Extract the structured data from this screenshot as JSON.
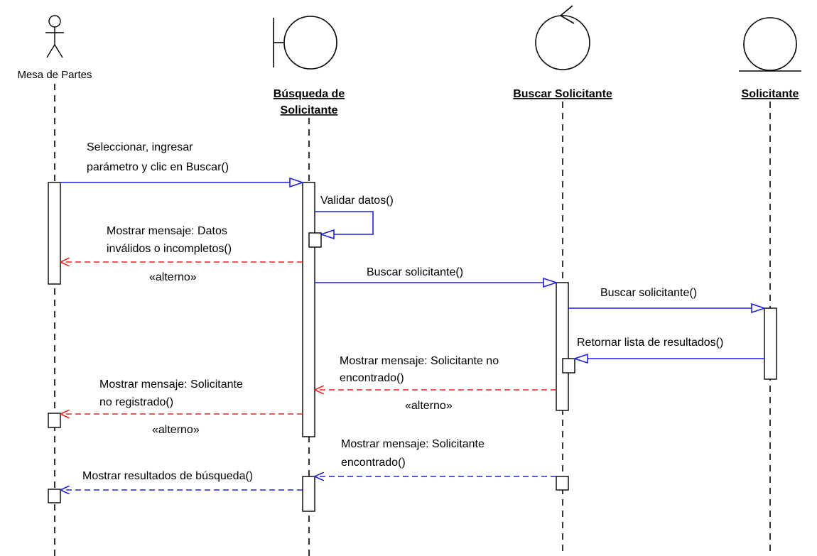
{
  "diagram": {
    "type": "UML sequence diagram",
    "participants": [
      {
        "id": "mesa",
        "kind": "actor",
        "name_lines": [
          "Mesa de Partes"
        ],
        "underlined": false
      },
      {
        "id": "busqueda",
        "kind": "boundary",
        "name_lines": [
          "Búsqueda de",
          "Solicitante"
        ],
        "underlined": true
      },
      {
        "id": "buscar",
        "kind": "control",
        "name_lines": [
          "Buscar Solicitante"
        ],
        "underlined": true
      },
      {
        "id": "solicitante",
        "kind": "entity",
        "name_lines": [
          "Solicitante"
        ],
        "underlined": true
      }
    ],
    "messages": [
      {
        "from": "mesa",
        "to": "busqueda",
        "kind": "call",
        "lines": [
          "Seleccionar, ingresar",
          "parámetro y clic en Buscar()"
        ]
      },
      {
        "from": "busqueda",
        "to": "busqueda",
        "kind": "self",
        "lines": [
          "Validar datos()"
        ]
      },
      {
        "from": "busqueda",
        "to": "mesa",
        "kind": "alternate-return",
        "lines": [
          "Mostrar mensaje: Datos",
          "inválidos o incompletos()"
        ],
        "stereotype": "«alterno»"
      },
      {
        "from": "busqueda",
        "to": "buscar",
        "kind": "call",
        "lines": [
          "Buscar solicitante()"
        ]
      },
      {
        "from": "buscar",
        "to": "solicitante",
        "kind": "call",
        "lines": [
          "Buscar solicitante()"
        ]
      },
      {
        "from": "solicitante",
        "to": "buscar",
        "kind": "call",
        "lines": [
          "Retornar lista de resultados()"
        ]
      },
      {
        "from": "buscar",
        "to": "busqueda",
        "kind": "alternate-return",
        "lines": [
          "Mostrar mensaje: Solicitante no",
          "encontrado()"
        ],
        "stereotype": "«alterno»"
      },
      {
        "from": "busqueda",
        "to": "mesa",
        "kind": "alternate-return",
        "lines": [
          "Mostrar mensaje: Solicitante",
          "no registrado()"
        ],
        "stereotype": "«alterno»"
      },
      {
        "from": "buscar",
        "to": "busqueda",
        "kind": "return",
        "lines": [
          "Mostrar mensaje: Solicitante",
          "encontrado()"
        ]
      },
      {
        "from": "busqueda",
        "to": "mesa",
        "kind": "return",
        "lines": [
          "Mostrar resultados de búsqueda()"
        ]
      }
    ],
    "colors": {
      "call": "#1f1fe8",
      "return": "#1f1fe8",
      "alternate": "#e82020",
      "lifeline": "#000000"
    }
  }
}
